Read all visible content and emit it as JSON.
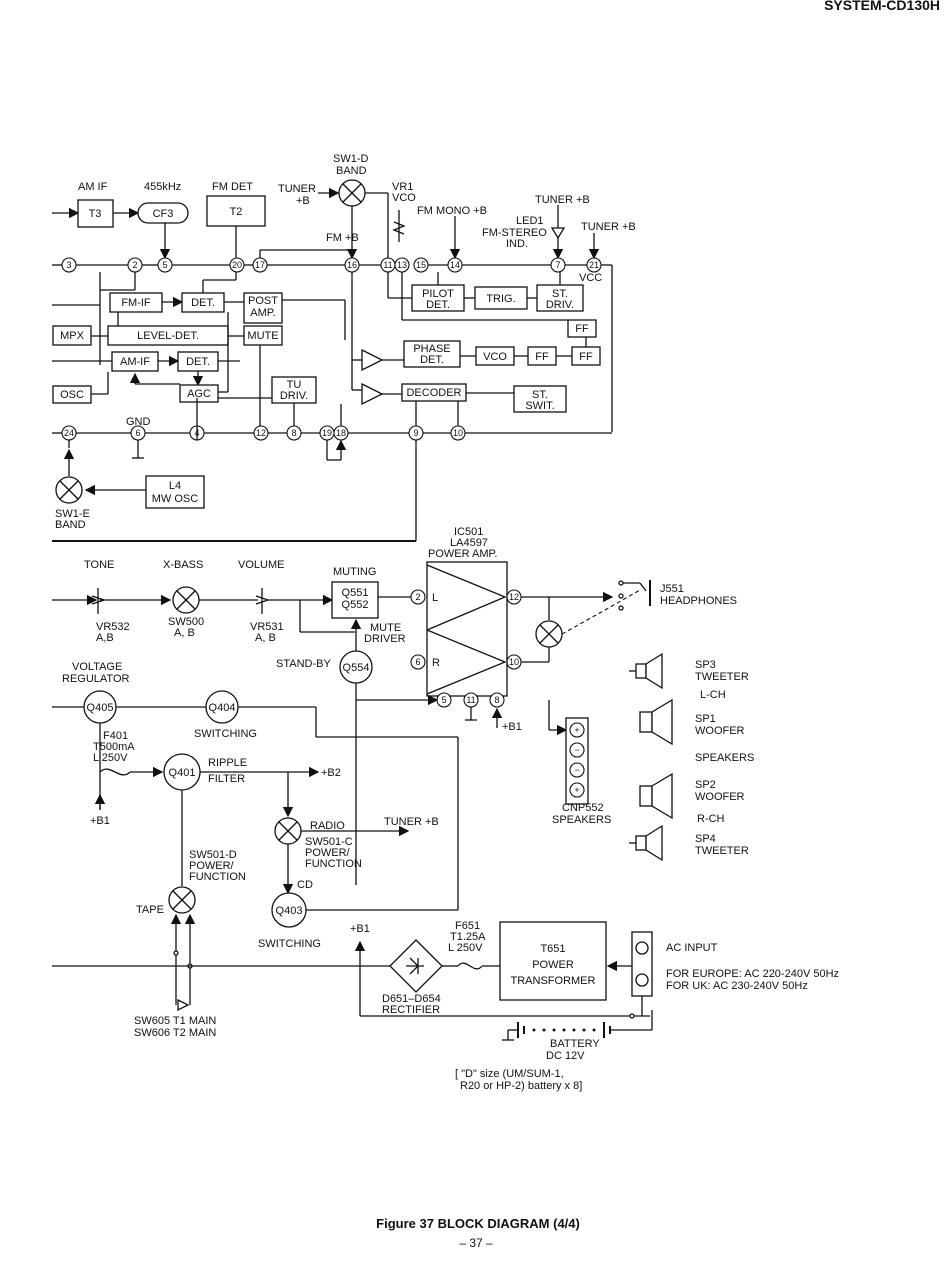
{
  "header": {
    "model": "SYSTEM-CD130H"
  },
  "tuner": {
    "am_if": "AM IF",
    "freq_455": "455kHz",
    "fm_det": "FM DET",
    "tuner_b": "TUNER",
    "tuner_b2": "+B",
    "sw1d_1": "SW1-D",
    "sw1d_2": "BAND",
    "vr1": "VR1",
    "vco_label": "VCO",
    "fm_mono": "FM MONO +B",
    "fm_b": "FM +B",
    "tuner_b_top": "TUNER +B",
    "tuner_b_right": "TUNER +B",
    "led1_1": "LED1",
    "led1_2": "FM-STEREO",
    "led1_3": "IND.",
    "vcc": "VCC",
    "t3": "T3",
    "cf3": "CF3",
    "t2": "T2",
    "fm_if": "FM-IF",
    "det1": "DET.",
    "post_amp_1": "POST",
    "post_amp_2": "AMP.",
    "level_det": "LEVEL-DET.",
    "mute": "MUTE",
    "mpx": "MPX",
    "am_if_blk": "AM-IF",
    "det2": "DET.",
    "agc": "AGC",
    "osc": "OSC",
    "tu_driv_1": "TU",
    "tu_driv_2": "DRIV.",
    "pilot_det_1": "PILOT",
    "pilot_det_2": "DET.",
    "trig": "TRIG.",
    "st_driv_1": "ST.",
    "st_driv_2": "DRIV.",
    "ff": "FF",
    "phase_det_1": "PHASE",
    "phase_det_2": "DET.",
    "vco_blk": "VCO",
    "decoder": "DECODER",
    "st_swit_1": "ST.",
    "st_swit_2": "SWIT.",
    "gnd": "GND",
    "l4_1": "L4",
    "l4_2": "MW OSC",
    "sw1e_1": "SW1-E",
    "sw1e_2": "BAND",
    "pins": {
      "p3": "3",
      "p2": "2",
      "p5": "5",
      "p20": "20",
      "p17": "17",
      "p16": "16",
      "p11": "11",
      "p13": "13",
      "p15": "15",
      "p14": "14",
      "p7": "7",
      "p21": "21",
      "p24": "24",
      "p6": "6",
      "p4": "4",
      "p12": "12",
      "p8": "8",
      "p19": "19",
      "p18": "18",
      "p9": "9",
      "p10": "10"
    }
  },
  "amp": {
    "ic501_1": "IC501",
    "ic501_2": "LA4597",
    "ic501_3": "POWER AMP.",
    "tone": "TONE",
    "xbass": "X-BASS",
    "volume": "VOLUME",
    "muting": "MUTING",
    "q551": "Q551",
    "q552": "Q552",
    "mute_driver_1": "MUTE",
    "mute_driver_2": "DRIVER",
    "vr532_1": "VR532",
    "vr532_2": "A,B",
    "sw500_1": "SW500",
    "sw500_2": "A, B",
    "vr531_1": "VR531",
    "vr531_2": "A, B",
    "standby": "STAND-BY",
    "q554": "Q554",
    "pin2": "2",
    "pin_l": "L",
    "pin12": "12",
    "pin6": "6",
    "pin_r": "R",
    "pin10": "10",
    "pin5": "5",
    "pin11": "11",
    "pin8": "8",
    "b1": "+B1",
    "j551": "J551",
    "headphones": "HEADPHONES",
    "cnp552_1": "CNP552",
    "cnp552_2": "SPEAKERS"
  },
  "speakers": {
    "sp3_1": "SP3",
    "sp3_2": "TWEETER",
    "lch": "L-CH",
    "sp1_1": "SP1",
    "sp1_2": "WOOFER",
    "speakers": "SPEAKERS",
    "sp2_1": "SP2",
    "sp2_2": "WOOFER",
    "rch": "R-CH",
    "sp4_1": "SP4",
    "sp4_2": "TWEETER"
  },
  "power": {
    "vreg_1": "VOLTAGE",
    "vreg_2": "REGULATOR",
    "q405": "Q405",
    "q404": "Q404",
    "switching1": "SWITCHING",
    "f401_1": "F401",
    "f401_2": "T500mA",
    "f401_3": "L 250V",
    "q401": "Q401",
    "ripple_1": "RIPPLE",
    "ripple_2": "FILTER",
    "b2": "+B2",
    "b1_left": "+B1",
    "radio": "RADIO",
    "tuner_b_out": "TUNER +B",
    "sw501c_1": "SW501-C",
    "sw501c_2": "POWER/",
    "sw501c_3": "FUNCTION",
    "sw501d_1": "SW501-D",
    "sw501d_2": "POWER/",
    "sw501d_3": "FUNCTION",
    "cd": "CD",
    "tape": "TAPE",
    "q403": "Q403",
    "switching2": "SWITCHING",
    "b1_mid": "+B1",
    "f651_1": "F651",
    "f651_2": "T1.25A",
    "f651_3": "L 250V",
    "t651_1": "T651",
    "t651_2": "POWER",
    "t651_3": "TRANSFORMER",
    "ac_input": "AC INPUT",
    "europe": "FOR EUROPE: AC 220-240V 50Hz",
    "uk": "FOR UK: AC 230-240V 50Hz",
    "rect_1": "D651–D654",
    "rect_2": "RECTIFIER",
    "battery_1": "BATTERY",
    "battery_2": "DC 12V",
    "battery_3": "[ \"D\" size (UM/SUM-1,",
    "battery_4": "R20 or HP-2) battery x 8]",
    "sw605": "SW605 T1 MAIN",
    "sw606": "SW606 T2 MAIN"
  },
  "footer": {
    "caption": "Figure 37 BLOCK DIAGRAM (4/4)",
    "page": "– 37 –"
  }
}
